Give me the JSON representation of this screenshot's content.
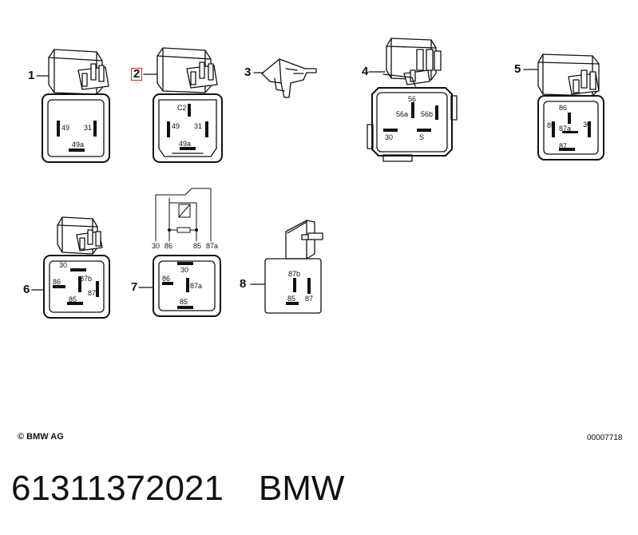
{
  "callouts": [
    "1",
    "2",
    "3",
    "4",
    "5",
    "6",
    "7",
    "8"
  ],
  "selected_callout": "2",
  "highlight_color": "#e22222",
  "relay_pins": {
    "r1": [
      "49",
      "31",
      "49a"
    ],
    "r2": [
      "C2",
      "49",
      "31",
      "49a"
    ],
    "r4": [
      "56",
      "56a",
      "56b",
      "30",
      "S"
    ],
    "r5": [
      "86",
      "85",
      "87a",
      "30",
      "87"
    ],
    "r6": [
      "30",
      "86",
      "87b",
      "87",
      "85"
    ],
    "r7": [
      "30",
      "86",
      "87a",
      "85"
    ],
    "r8": [
      "87b",
      "85",
      "87"
    ],
    "schematic": [
      "30",
      "86",
      "85",
      "87a"
    ]
  },
  "footer": {
    "copyright": "© BMW AG",
    "drawing_id": "00007718"
  },
  "part_number": "61311372021",
  "brand": "BMW"
}
